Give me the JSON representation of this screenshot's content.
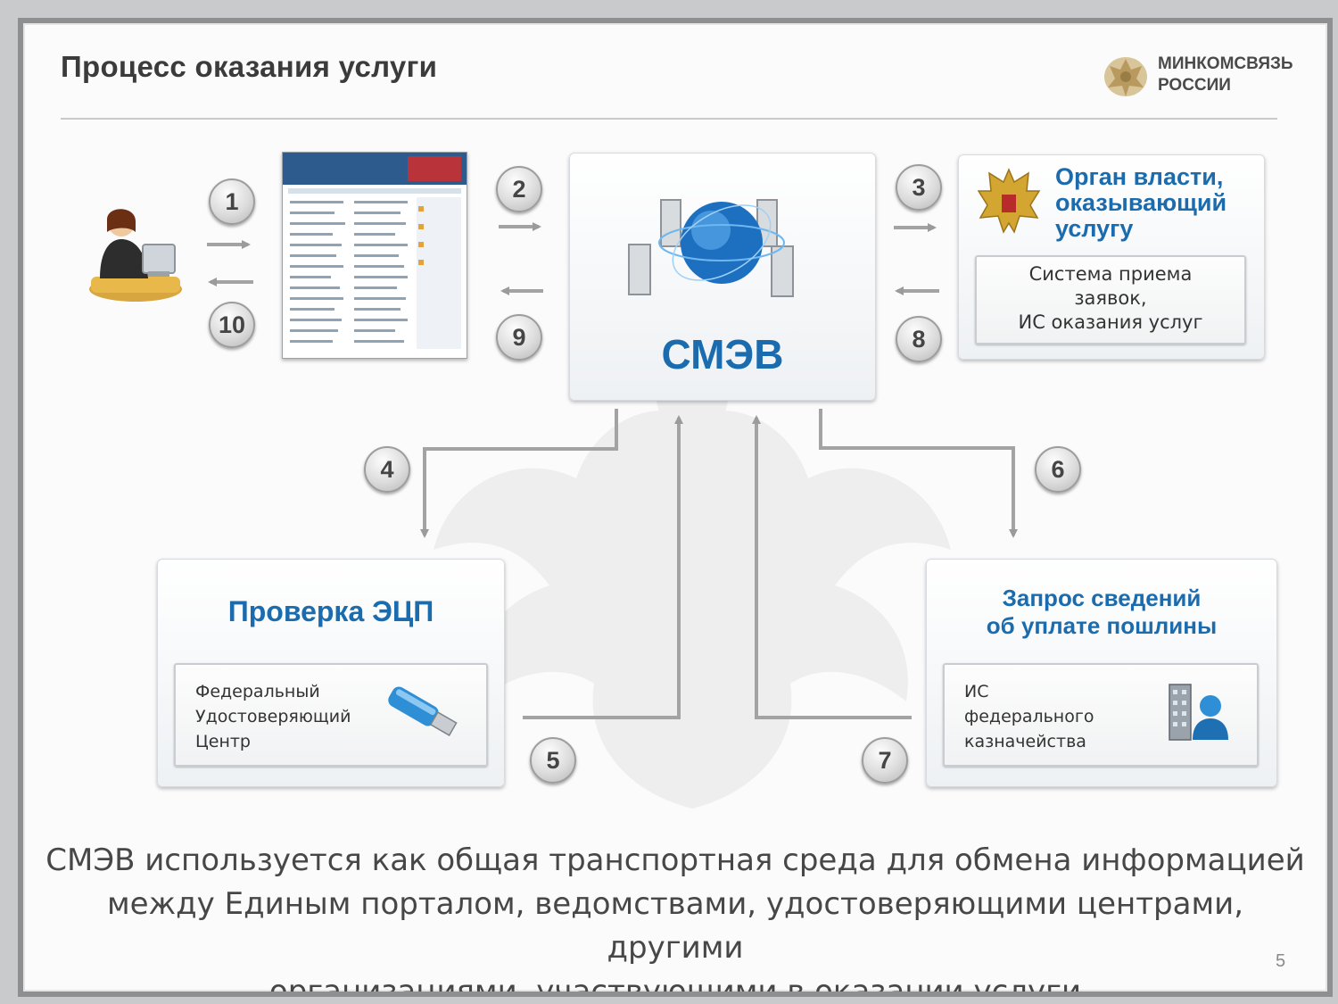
{
  "slide": {
    "title": "Процесс оказания услуги",
    "page_number": "5",
    "logo": {
      "line1": "МИНКОМСВЯЗЬ",
      "line2": "РОССИИ",
      "icon": "emblem-icon"
    }
  },
  "smev": {
    "label": "СМЭВ",
    "icon": "globe-network-icon"
  },
  "authority": {
    "title_lines": [
      "Орган власти,",
      "оказывающий",
      "услугу"
    ],
    "system_lines": [
      "Система приема",
      "заявок,",
      "ИС оказания  услуг"
    ],
    "icon": "eagle-emblem-icon"
  },
  "ecp": {
    "title": "Проверка ЭЦП",
    "detail_lines": [
      "Федеральный",
      "Удостоверяющий",
      "Центр"
    ],
    "icon": "usb-token-icon"
  },
  "fee": {
    "title_lines": [
      "Запрос сведений",
      "об уплате пошлины"
    ],
    "detail_lines": [
      "ИС",
      "федерального",
      "казначейства"
    ],
    "icon": "building-user-icon"
  },
  "user": {
    "icon": "user-at-computer-icon"
  },
  "portal": {
    "icon": "portal-screenshot-icon"
  },
  "steps": [
    "1",
    "2",
    "3",
    "4",
    "5",
    "6",
    "7",
    "8",
    "9",
    "10"
  ],
  "colors": {
    "accent_blue": "#1a6cae",
    "text_gray": "#474747",
    "badge_gray": "#dcdcdc"
  },
  "footer_lines": [
    "СМЭВ используется как общая транспортная среда для обмена информацией",
    "между Единым порталом, ведомствами, удостоверяющими центрами, другими",
    "организациями, участвующими в оказании услуги"
  ]
}
